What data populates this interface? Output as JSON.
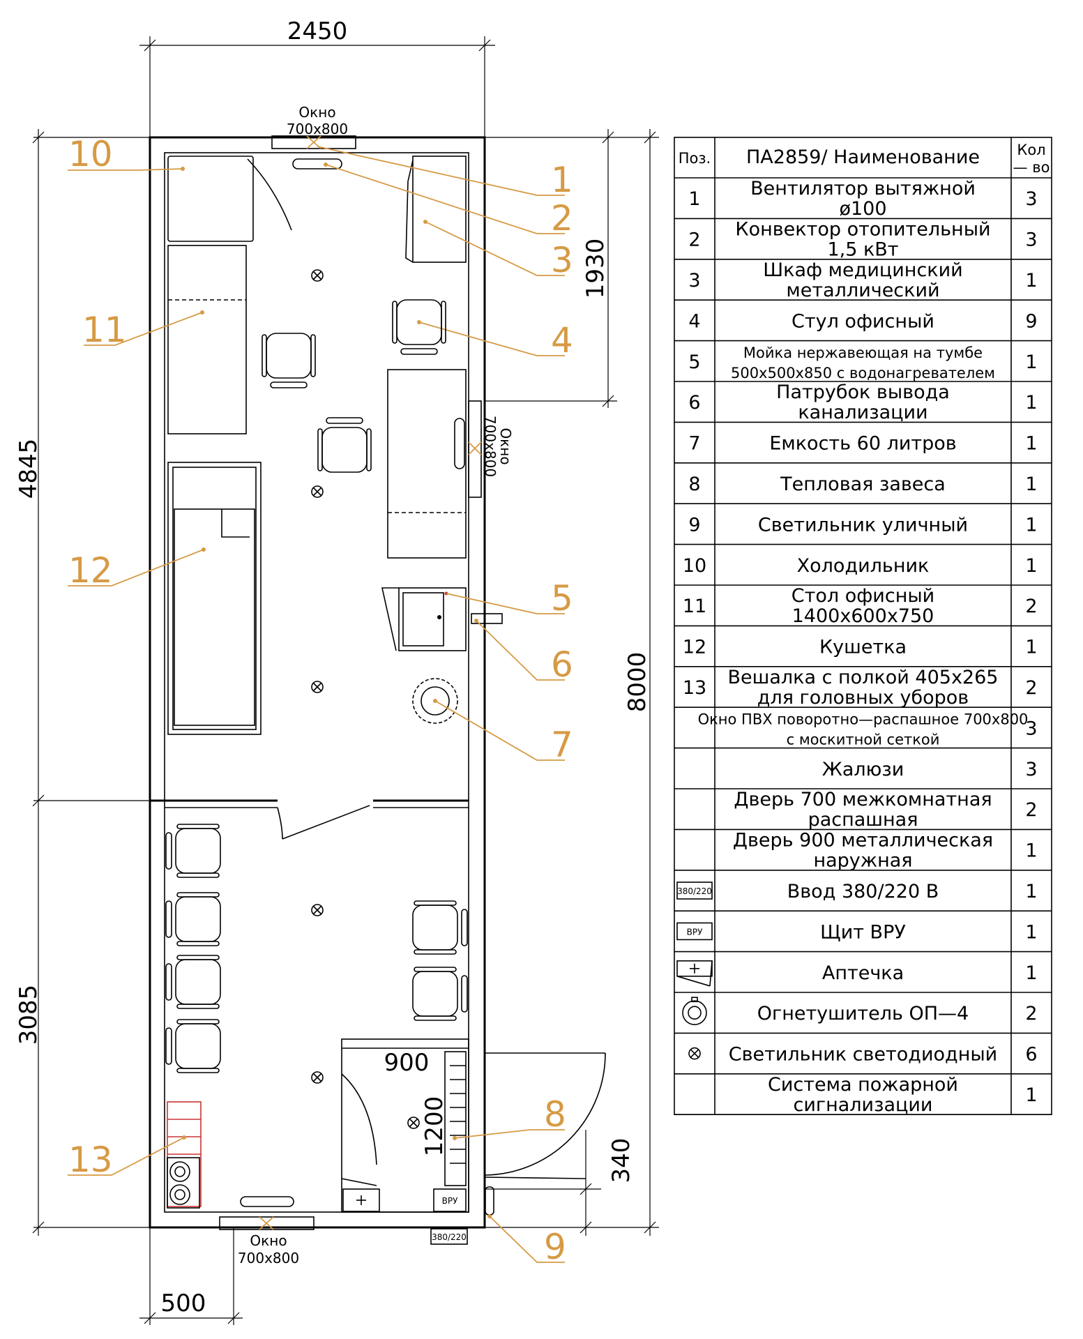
{
  "dimensions": {
    "width_total": "2450",
    "height_total": "8000",
    "height_upper": "4845",
    "height_lower": "3085",
    "window_offset": "1930",
    "bottom_offset": "500",
    "vestibule_width": "900",
    "vestibule_depth": "1200",
    "door_offset": "340"
  },
  "windows": {
    "label": "Окно",
    "size": "700х800"
  },
  "panel_labels": {
    "vru": "ВРУ",
    "power_input": "380/220"
  },
  "callouts": [
    "1",
    "2",
    "3",
    "4",
    "5",
    "6",
    "7",
    "8",
    "9",
    "10",
    "11",
    "12",
    "13"
  ],
  "table": {
    "headers": [
      "Поз.",
      "ПА2859/ Наименование",
      "Кол — во"
    ],
    "rows": [
      {
        "pos": "1",
        "name": [
          "Вентилятор вытяжной",
          "ø100"
        ],
        "qty": "3",
        "symbol": ""
      },
      {
        "pos": "2",
        "name": [
          "Конвектор отопительный",
          "1,5 кВт"
        ],
        "qty": "3",
        "symbol": ""
      },
      {
        "pos": "3",
        "name": [
          "Шкаф медицинский",
          "металлический"
        ],
        "qty": "1",
        "symbol": ""
      },
      {
        "pos": "4",
        "name": [
          "Стул офисный"
        ],
        "qty": "9",
        "symbol": ""
      },
      {
        "pos": "5",
        "name": [
          "Мойка нержавеющая на тумбе",
          "500х500х850 с водонагревателем"
        ],
        "qty": "1",
        "symbol": "",
        "small": true
      },
      {
        "pos": "6",
        "name": [
          "Патрубок вывода",
          "канализации"
        ],
        "qty": "1",
        "symbol": ""
      },
      {
        "pos": "7",
        "name": [
          "Емкость 60 литров"
        ],
        "qty": "1",
        "symbol": ""
      },
      {
        "pos": "8",
        "name": [
          "Тепловая завеса"
        ],
        "qty": "1",
        "symbol": ""
      },
      {
        "pos": "9",
        "name": [
          "Светильник уличный"
        ],
        "qty": "1",
        "symbol": ""
      },
      {
        "pos": "10",
        "name": [
          "Холодильник"
        ],
        "qty": "1",
        "symbol": ""
      },
      {
        "pos": "11",
        "name": [
          "Стол офисный",
          "1400х600х750"
        ],
        "qty": "2",
        "symbol": ""
      },
      {
        "pos": "12",
        "name": [
          "Кушетка"
        ],
        "qty": "1",
        "symbol": ""
      },
      {
        "pos": "13",
        "name": [
          "Вешалка с полкой 405х265",
          "для головных уборов"
        ],
        "qty": "2",
        "symbol": ""
      },
      {
        "pos": "",
        "name": [
          "Окно ПВХ поворотно—распашное 700х800",
          "с москитной сеткой"
        ],
        "qty": "3",
        "symbol": "",
        "small": true
      },
      {
        "pos": "",
        "name": [
          "Жалюзи"
        ],
        "qty": "3",
        "symbol": ""
      },
      {
        "pos": "",
        "name": [
          "Дверь 700 межкомнатная",
          "распашная"
        ],
        "qty": "2",
        "symbol": ""
      },
      {
        "pos": "",
        "name": [
          "Дверь 900 металлическая",
          "наружная"
        ],
        "qty": "1",
        "symbol": ""
      },
      {
        "pos": "",
        "name": [
          "Ввод 380/220 В"
        ],
        "qty": "1",
        "symbol": "power",
        "symbol_text": "380/220"
      },
      {
        "pos": "",
        "name": [
          "Щит ВРУ"
        ],
        "qty": "1",
        "symbol": "vru",
        "symbol_text": "ВРУ"
      },
      {
        "pos": "",
        "name": [
          "Аптечка"
        ],
        "qty": "1",
        "symbol": "firstaid"
      },
      {
        "pos": "",
        "name": [
          "Огнетушитель ОП—4"
        ],
        "qty": "2",
        "symbol": "extinguisher"
      },
      {
        "pos": "",
        "name": [
          "Светильник светодиодный"
        ],
        "qty": "6",
        "symbol": "lamp"
      },
      {
        "pos": "",
        "name": [
          "Система пожарной",
          "сигнализации"
        ],
        "qty": "1",
        "symbol": ""
      }
    ]
  },
  "colors": {
    "lines": "#000000",
    "callout": "#d69a45",
    "hanger": "#cc3333"
  }
}
